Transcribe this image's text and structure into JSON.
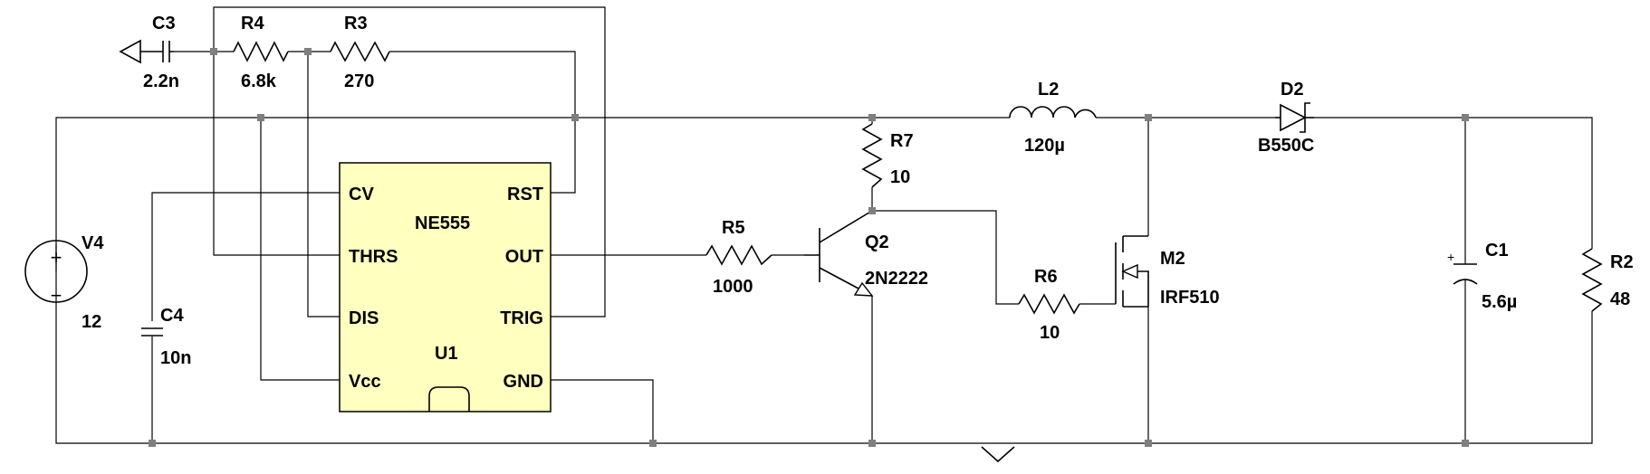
{
  "components": {
    "c3": {
      "ref": "C3",
      "value": "2.2n"
    },
    "r4": {
      "ref": "R4",
      "value": "6.8k"
    },
    "r3": {
      "ref": "R3",
      "value": "270"
    },
    "v4": {
      "ref": "V4",
      "value": "12"
    },
    "c4": {
      "ref": "C4",
      "value": "10n"
    },
    "u1": {
      "ref": "U1",
      "part": "NE555",
      "pins": {
        "cv": "CV",
        "thrs": "THRS",
        "dis": "DIS",
        "vcc": "Vcc",
        "rst": "RST",
        "out": "OUT",
        "trig": "TRIG",
        "gnd": "GND"
      }
    },
    "r5": {
      "ref": "R5",
      "value": "1000"
    },
    "q2": {
      "ref": "Q2",
      "value": "2N2222"
    },
    "r7": {
      "ref": "R7",
      "value": "10"
    },
    "r6": {
      "ref": "R6",
      "value": "10"
    },
    "l2": {
      "ref": "L2",
      "value": "120µ"
    },
    "m2": {
      "ref": "M2",
      "value": "IRF510"
    },
    "d2": {
      "ref": "D2",
      "value": "B550C"
    },
    "c1": {
      "ref": "C1",
      "value": "5.6µ"
    },
    "r2": {
      "ref": "R2",
      "value": "48"
    }
  },
  "symbols": {
    "ground": "ground-icon",
    "voltage_source": "voltage-source-icon",
    "polarity_plus": "+",
    "polarity_minus": "−"
  },
  "colors": {
    "ic_fill": "#ffffc0",
    "junction": "#7f7f7f",
    "wire": "#000000"
  }
}
